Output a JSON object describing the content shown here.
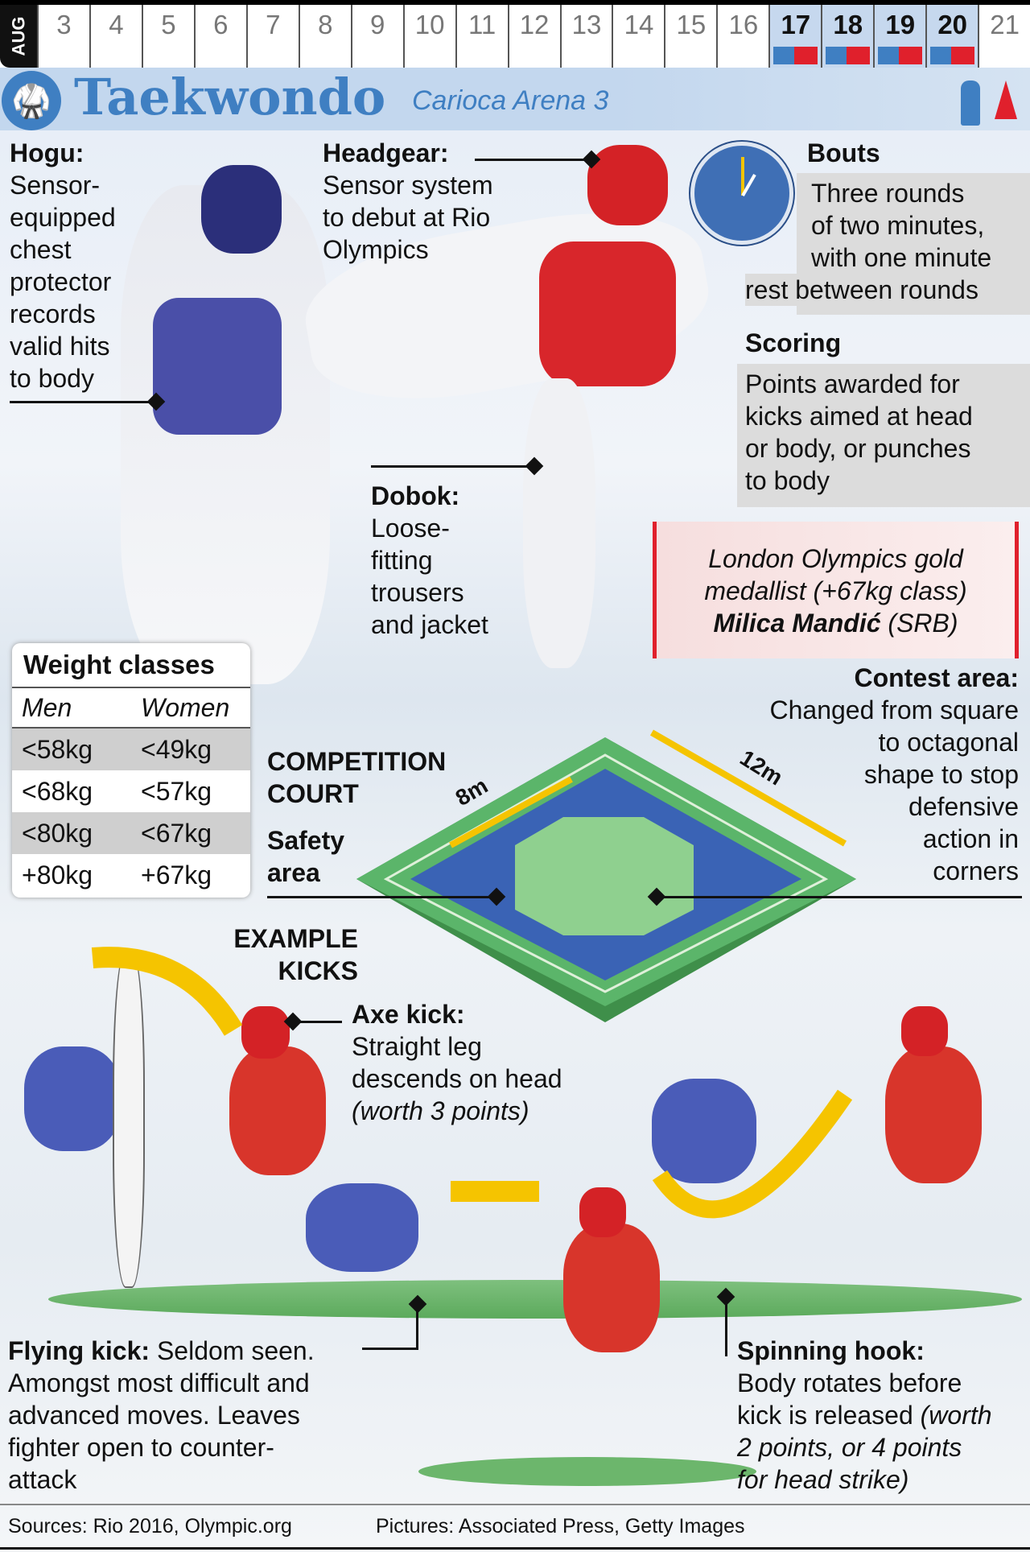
{
  "datebar": {
    "month": "AUG",
    "days": [
      {
        "d": "3",
        "on": false
      },
      {
        "d": "4",
        "on": false
      },
      {
        "d": "5",
        "on": false
      },
      {
        "d": "6",
        "on": false
      },
      {
        "d": "7",
        "on": false
      },
      {
        "d": "8",
        "on": false
      },
      {
        "d": "9",
        "on": false
      },
      {
        "d": "10",
        "on": false
      },
      {
        "d": "11",
        "on": false
      },
      {
        "d": "12",
        "on": false
      },
      {
        "d": "13",
        "on": false
      },
      {
        "d": "14",
        "on": false
      },
      {
        "d": "15",
        "on": false
      },
      {
        "d": "16",
        "on": false
      },
      {
        "d": "17",
        "on": true
      },
      {
        "d": "18",
        "on": true
      },
      {
        "d": "19",
        "on": true
      },
      {
        "d": "20",
        "on": true
      },
      {
        "d": "21",
        "on": false
      }
    ]
  },
  "header": {
    "title": "Taekwondo",
    "venue": "Carioca Arena 3"
  },
  "hogu": {
    "title": "Hogu:",
    "lines": [
      "Sensor-",
      "equipped",
      "chest",
      "protector",
      "records",
      "valid hits",
      "to body"
    ]
  },
  "headgear": {
    "title": "Headgear:",
    "lines": [
      "Sensor system",
      "to debut at Rio",
      "Olympics"
    ]
  },
  "bouts": {
    "title": "Bouts",
    "lines": [
      "Three rounds",
      "of two minutes,",
      "with one minute",
      "rest between rounds"
    ]
  },
  "scoring": {
    "title": "Scoring",
    "lines": [
      "Points awarded for",
      "kicks aimed at head",
      "or body, or punches",
      "to body"
    ]
  },
  "medallist": {
    "line1": "London Olympics gold",
    "line2": "medallist (+67kg class)",
    "name": "Milica Mandić",
    "country": "(SRB)"
  },
  "dobok": {
    "title": "Dobok:",
    "lines": [
      "Loose-",
      "fitting",
      "trousers",
      "and jacket"
    ]
  },
  "weights": {
    "title": "Weight classes",
    "men": "Men",
    "women": "Women",
    "rows": [
      [
        "<58kg",
        "<49kg"
      ],
      [
        "<68kg",
        "<57kg"
      ],
      [
        "<80kg",
        "<67kg"
      ],
      [
        "+80kg",
        "+67kg"
      ]
    ]
  },
  "contest": {
    "title": "Contest area:",
    "lines": [
      "Changed from square",
      "to octagonal",
      "shape to stop",
      "defensive",
      "action in",
      "corners"
    ]
  },
  "court": {
    "title1": "COMPETITION",
    "title2": "COURT",
    "safety1": "Safety",
    "safety2": "area",
    "dim8": "8m",
    "dim12": "12m"
  },
  "kicks": {
    "title1": "EXAMPLE",
    "title2": "KICKS",
    "axe": {
      "title": "Axe kick:",
      "lines": [
        "Straight leg",
        "descends on head"
      ],
      "note": "(worth 3 points)"
    },
    "flying": {
      "title": "Flying kick:",
      "first": " Seldom seen.",
      "lines": [
        "Amongst most difficult and",
        "advanced moves. Leaves",
        "fighter open to counter-",
        "attack"
      ]
    },
    "spinning": {
      "title": "Spinning hook:",
      "lines": [
        "Body rotates before"
      ],
      "l2": "kick is released ",
      "l2i": "(worth",
      "l3": "2 points, or 4 points",
      "l4": "for head strike)"
    }
  },
  "footer": {
    "sources": "Sources: Rio 2016, Olympic.org",
    "pictures": "Pictures: Associated Press, Getty Images"
  }
}
